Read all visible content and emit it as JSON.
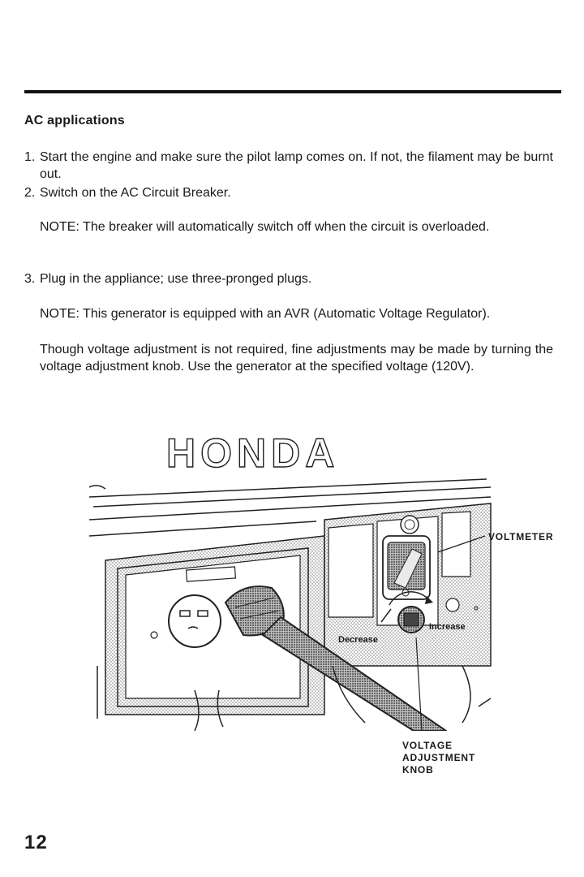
{
  "heading": "AC applications",
  "steps": [
    {
      "number": "1.",
      "text": "Start the engine and make sure the pilot lamp comes on. If not, the filament may be burnt out."
    },
    {
      "number": "2.",
      "text": "Switch on the AC Circuit Breaker."
    },
    {
      "number": "3.",
      "text": "Plug in the appliance; use three-pronged plugs."
    }
  ],
  "notes": {
    "breaker": "NOTE: The breaker will automatically switch off when the circuit is overloaded.",
    "avr": "NOTE: This generator is equipped with an AVR (Automatic Voltage Regulator).",
    "adjustment": "Though voltage adjustment is not required, fine adjustments may be made by turning the voltage adjustment knob. Use the generator at the specified voltage (120V)."
  },
  "figure": {
    "brand_lettering": "HONDA",
    "labels": {
      "voltmeter": "VOLTMETER",
      "increase": "Increase",
      "decrease": "Decrease",
      "knob_line1": "VOLTAGE",
      "knob_line2": "ADJUSTMENT",
      "knob_line3": "KNOB"
    }
  },
  "page_number": "12"
}
